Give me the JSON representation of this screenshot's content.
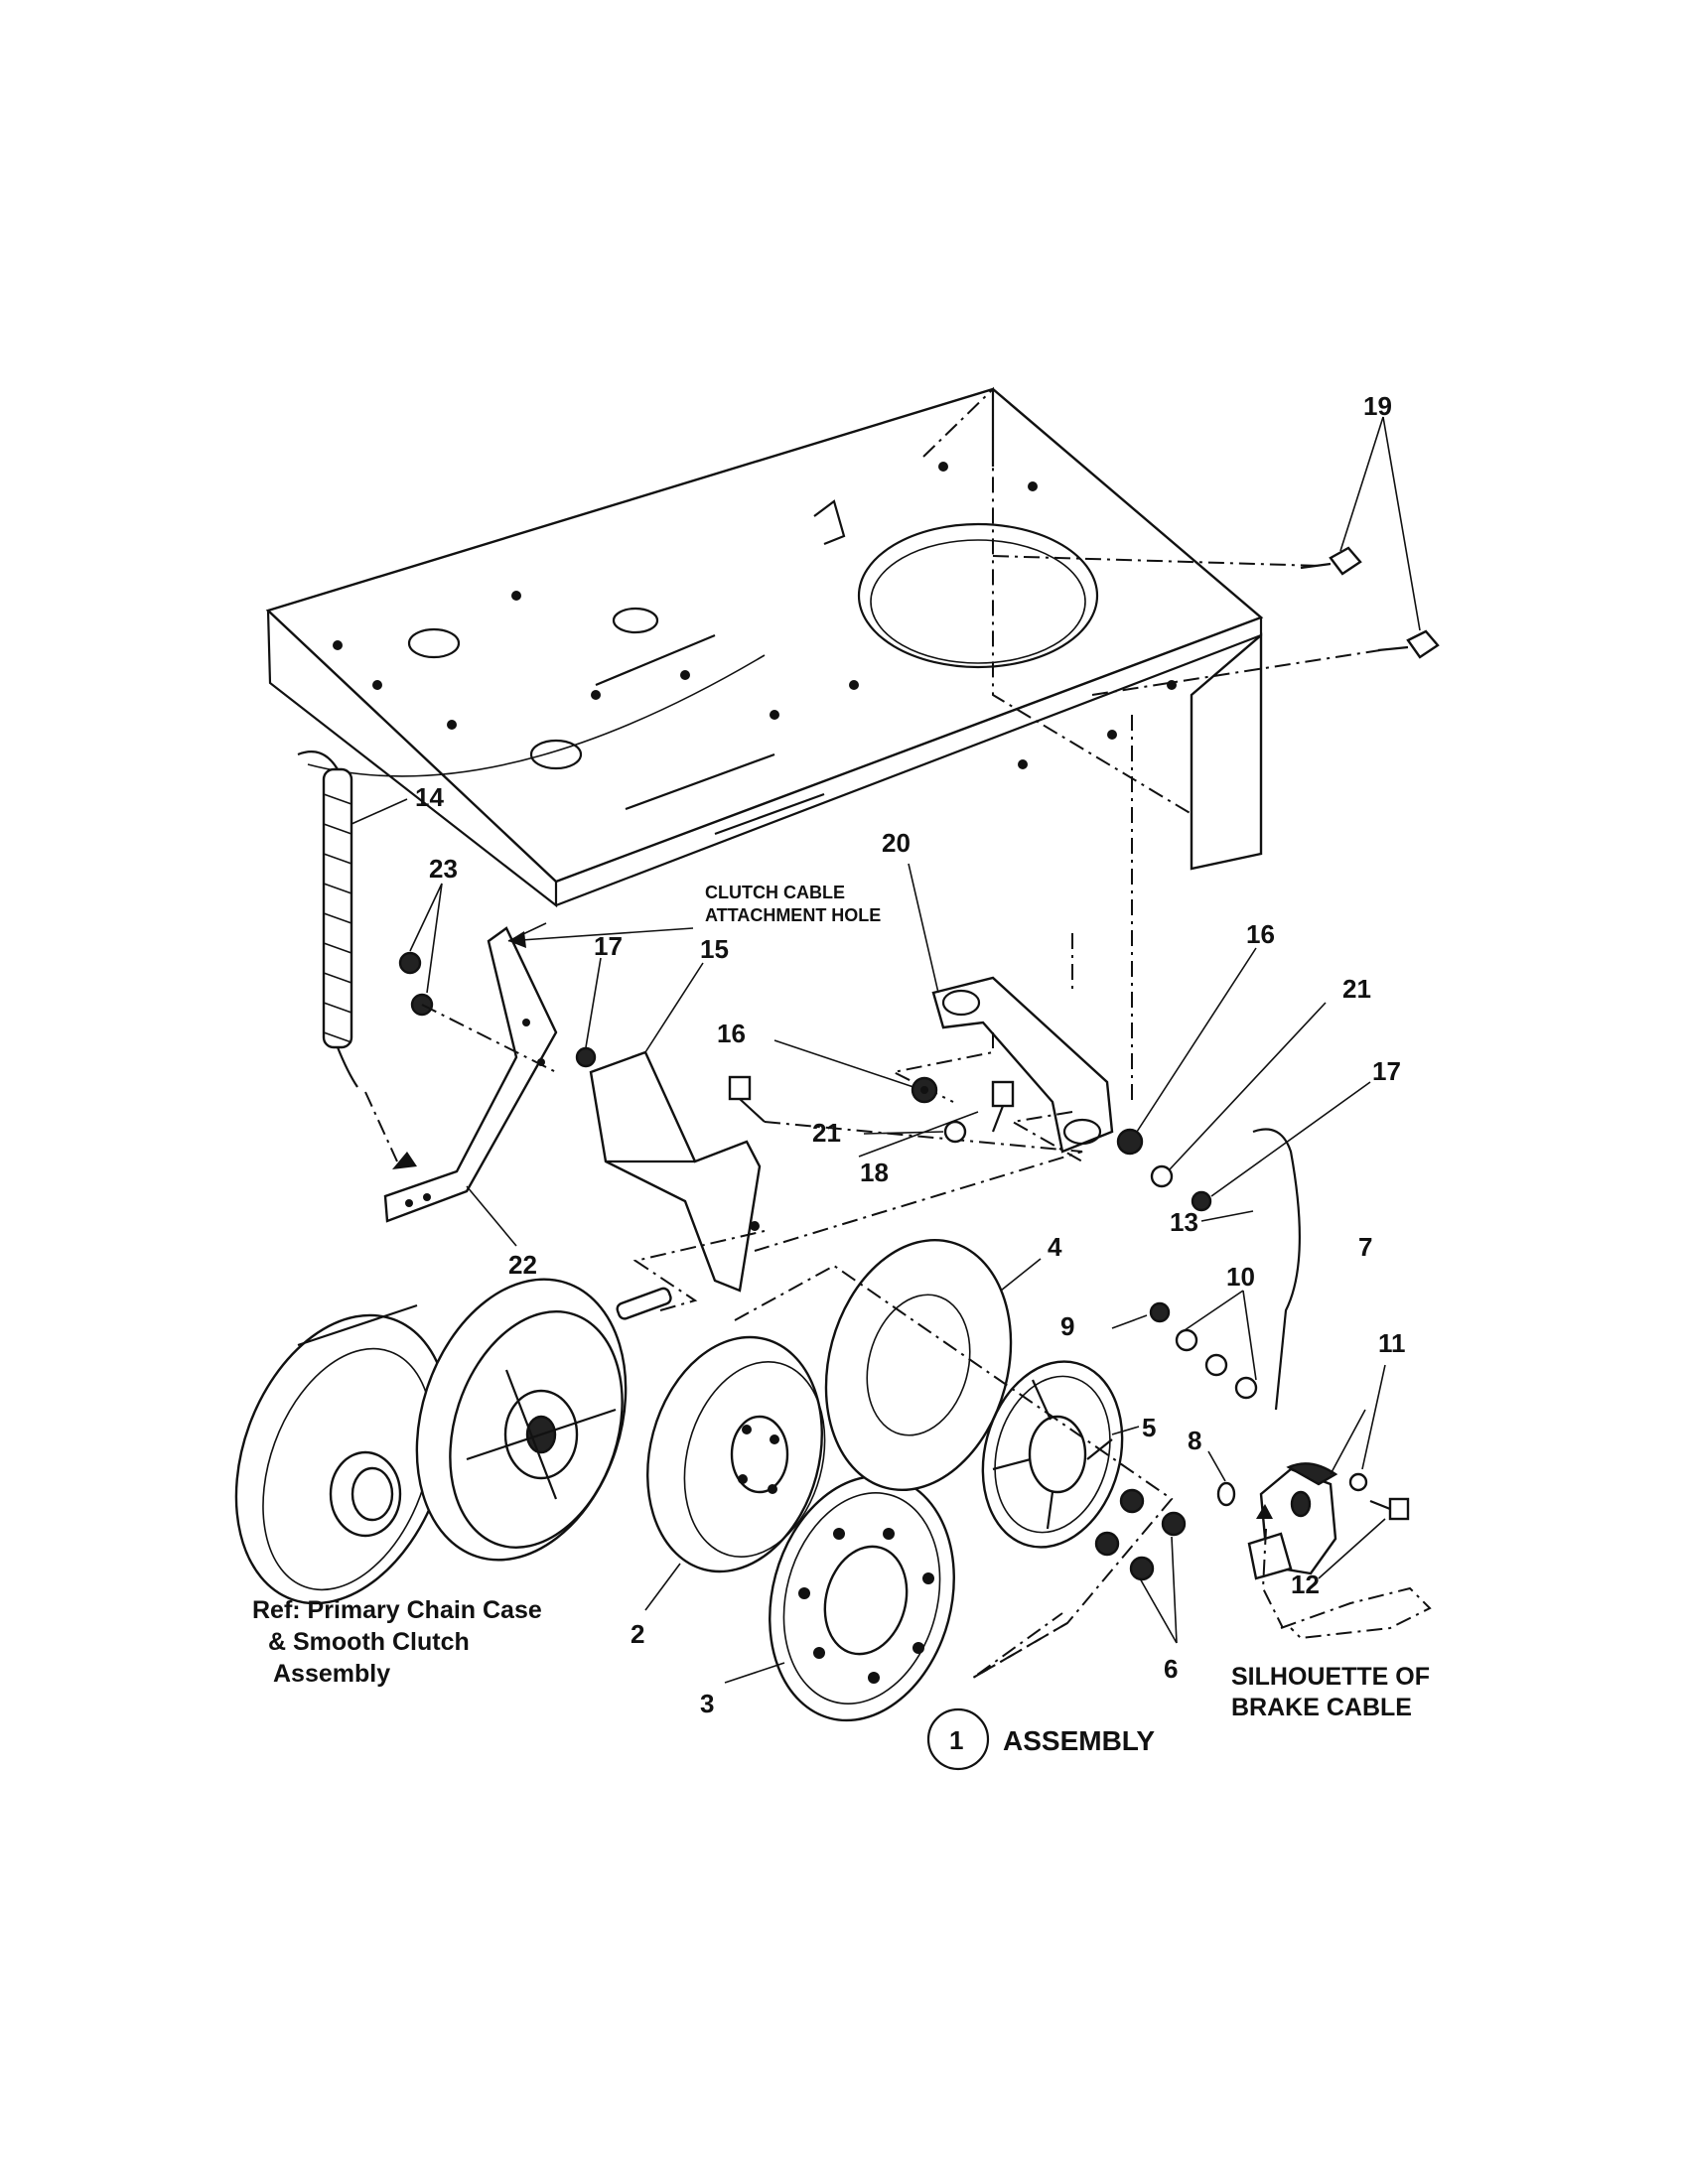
{
  "callouts": {
    "c1": "1",
    "c2": "2",
    "c3": "3",
    "c4": "4",
    "c5": "5",
    "c6": "6",
    "c7": "7",
    "c8": "8",
    "c9": "9",
    "c10": "10",
    "c11": "11",
    "c12": "12",
    "c13": "13",
    "c14": "14",
    "c15": "15",
    "c16a": "16",
    "c16b": "16",
    "c17a": "17",
    "c17b": "17",
    "c18": "18",
    "c19": "19",
    "c20": "20",
    "c21a": "21",
    "c21b": "21",
    "c22": "22",
    "c23": "23"
  },
  "notes": {
    "clutch_line1": "CLUTCH CABLE",
    "clutch_line2": "ATTACHMENT HOLE",
    "ref_line1": "Ref: Primary Chain Case",
    "ref_line2": "& Smooth Clutch",
    "ref_line3": "Assembly",
    "silhouette_line1": "SILHOUETTE OF",
    "silhouette_line2": "BRAKE CABLE",
    "assembly_label": "ASSEMBLY"
  }
}
